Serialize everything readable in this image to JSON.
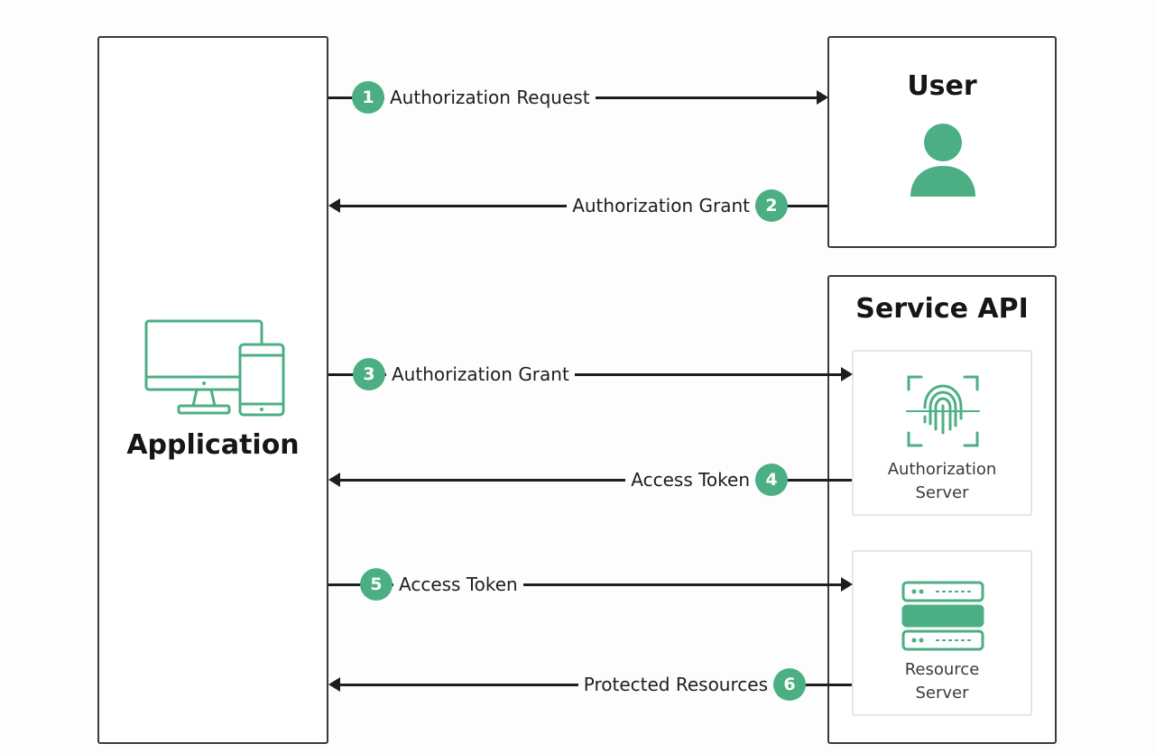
{
  "boxes": {
    "application": {
      "title": "Application"
    },
    "user": {
      "title": "User"
    },
    "service_api": {
      "title": "Service API"
    },
    "authorization_server": {
      "label_line1": "Authorization",
      "label_line2": "Server"
    },
    "resource_server": {
      "label_line1": "Resource",
      "label_line2": "Server"
    }
  },
  "steps": [
    {
      "number": "1",
      "label": "Authorization Request",
      "direction": "to-user"
    },
    {
      "number": "2",
      "label": "Authorization Grant",
      "direction": "to-application"
    },
    {
      "number": "3",
      "label": "Authorization Grant",
      "direction": "to-authorization-server"
    },
    {
      "number": "4",
      "label": "Access Token",
      "direction": "to-application"
    },
    {
      "number": "5",
      "label": "Access Token",
      "direction": "to-resource-server"
    },
    {
      "number": "6",
      "label": "Protected Resources",
      "direction": "to-application"
    }
  ],
  "colors": {
    "accent": "#4caf84",
    "line": "#1e1e1e",
    "border": "#3a3a3a"
  },
  "icons": [
    "devices-icon",
    "user-icon",
    "fingerprint-icon",
    "server-icon"
  ]
}
